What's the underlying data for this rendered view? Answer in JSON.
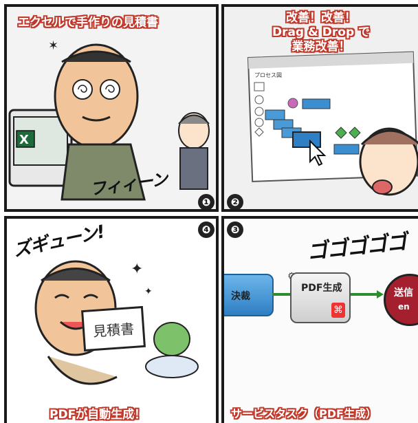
{
  "panels": {
    "p1": {
      "caption": "エクセルで手作りの見積書",
      "sfx": "フィィーン",
      "num": "❶"
    },
    "p2": {
      "caption_lines": [
        "改善！改善！",
        "Drag & Drop で",
        "業務改善！"
      ],
      "num": "❷",
      "mock_title": "プロセス図"
    },
    "p3": {
      "num": "❸",
      "sfx": "ゴゴゴゴゴ",
      "box_left": "決裁",
      "box_mid": "PDF生成",
      "box_right_a": "送信",
      "box_right_b": "en",
      "caption": "サービスタスク（PDF生成）"
    },
    "p4": {
      "num": "❹",
      "sfx": "ズギューン!",
      "doc_text": "見積書",
      "caption": "PDFが自動生成！"
    }
  },
  "colors": {
    "caption_outline": "#c0392b",
    "flow_arrow": "#2e8b2e",
    "box_blue": "#3b8fd0"
  }
}
